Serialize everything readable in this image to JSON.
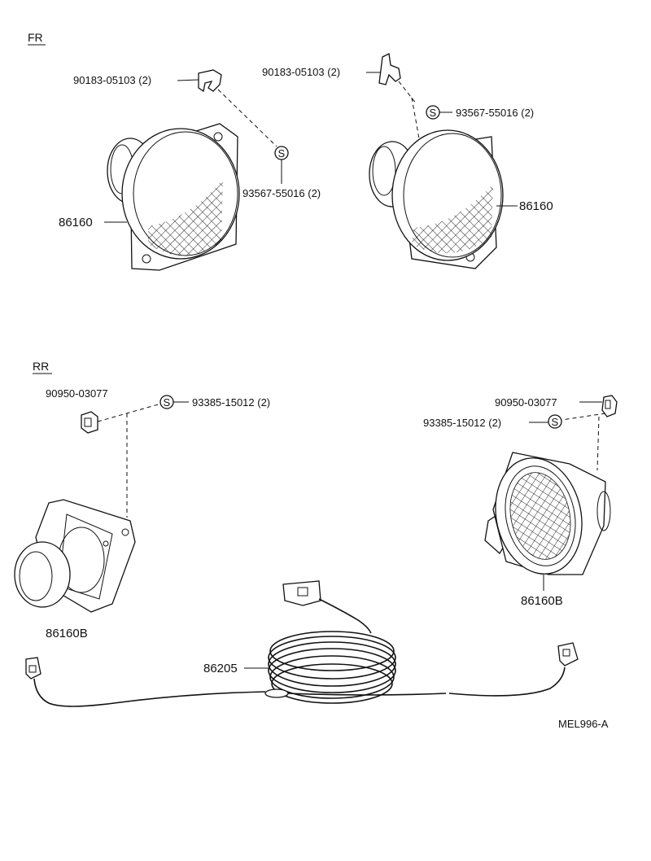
{
  "sections": {
    "front": "FR",
    "rear": "RR"
  },
  "labels": {
    "fr_left_clip": "90183-05103 (2)",
    "fr_right_clip": "90183-05103 (2)",
    "fr_left_screw": "93567-55016 (2)",
    "fr_right_screw": "93567-55016 (2)",
    "fr_left_speaker": "86160",
    "fr_right_speaker": "86160",
    "rr_left_nut": "90950-03077",
    "rr_left_screw": "93385-15012 (2)",
    "rr_right_nut": "90950-03077",
    "rr_right_screw": "93385-15012 (2)",
    "rr_left_speaker": "86160B",
    "rr_right_speaker": "86160B",
    "wire_harness": "86205",
    "diagram_code": "MEL996-A"
  },
  "symbols": {
    "screw_mark": "S"
  }
}
